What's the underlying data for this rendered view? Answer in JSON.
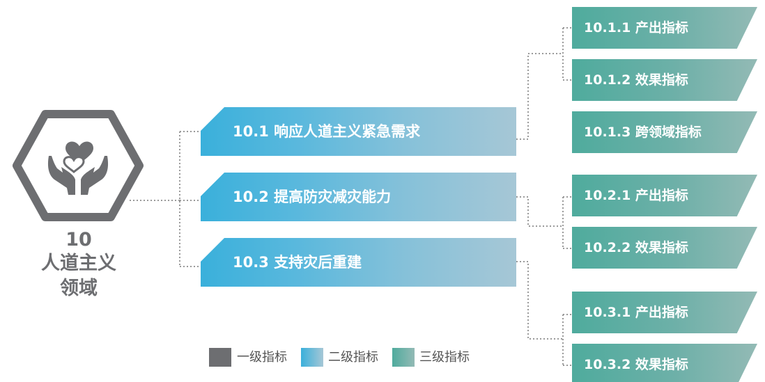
{
  "root": {
    "icon": "heart-in-hands-icon",
    "number": "10",
    "title_line1": "人道主义",
    "title_line2": "领域"
  },
  "level2_items": [
    {
      "label": "10.1 响应人道主义紧急需求"
    },
    {
      "label": "10.2 提高防灾减灾能力"
    },
    {
      "label": "10.3 支持灾后重建"
    }
  ],
  "level3_items": [
    {
      "label": "10.1.1 产出指标"
    },
    {
      "label": "10.1.2 效果指标"
    },
    {
      "label": "10.1.3 跨领域指标"
    },
    {
      "label": "10.2.1 产出指标"
    },
    {
      "label": "10.2.2 效果指标"
    },
    {
      "label": "10.3.1 产出指标"
    },
    {
      "label": "10.3.2 效果指标"
    }
  ],
  "legend": [
    {
      "label": "一级指标",
      "color": "#6d6e71"
    },
    {
      "label": "二级指标",
      "color": "#3ab0db"
    },
    {
      "label": "三级指标",
      "color": "#4fab9d"
    }
  ],
  "colors": {
    "level1": "#6d6e71",
    "level2_start": "#3ab0db",
    "level2_end": "#a6c7d6",
    "level3_start": "#4fab9d",
    "level3_end": "#93bab5",
    "connector": "#9a9a9a"
  }
}
